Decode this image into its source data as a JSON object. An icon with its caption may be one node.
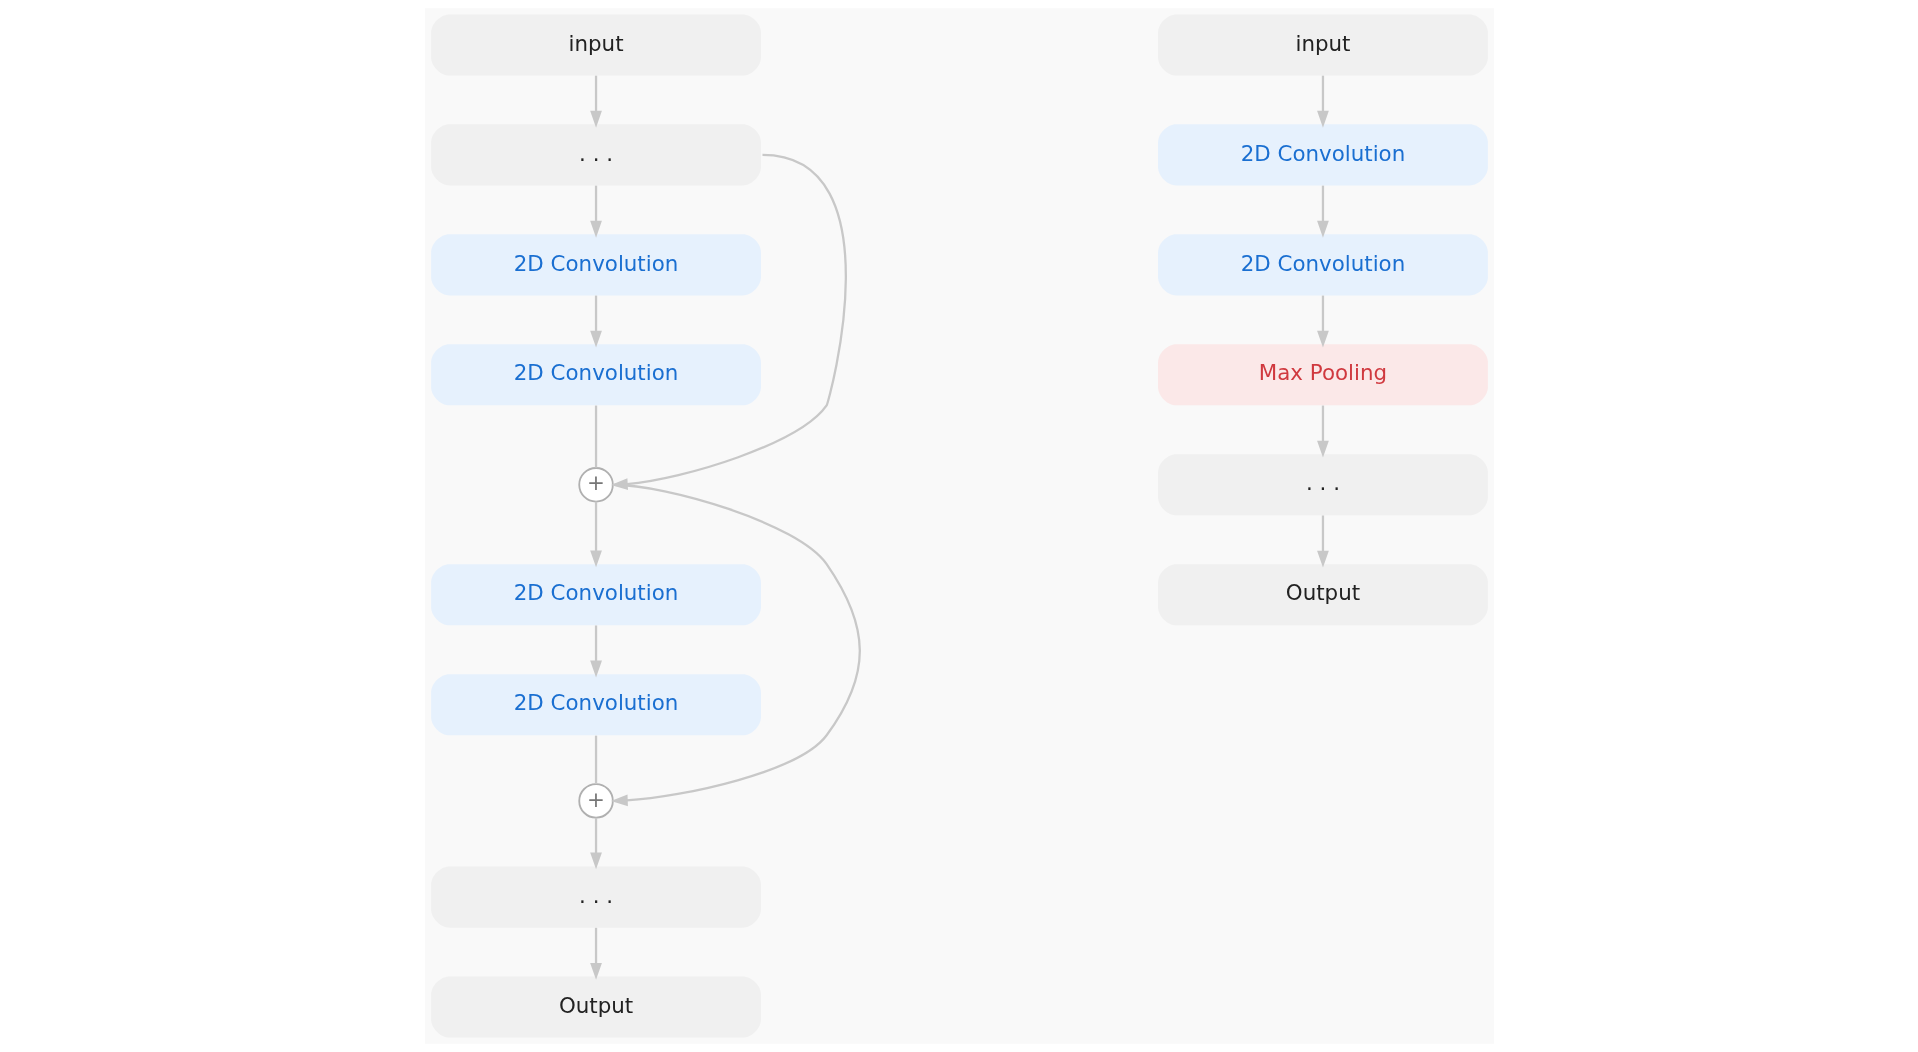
{
  "diagram": {
    "nodes": [
      {
        "text": [
          "input"
        ]
      },
      {
        "text": [
          ". . ."
        ]
      },
      {
        "text": [
          "2D Convolution"
        ]
      },
      {
        "text": [
          "2D Convolution"
        ]
      },
      {
        "text": [
          "+"
        ]
      },
      {
        "text": [
          "2D Convolution"
        ]
      },
      {
        "text": [
          "2D Convolution"
        ]
      },
      {
        "text": [
          "+"
        ]
      },
      {
        "text": [
          ". . ."
        ]
      },
      {
        "text": [
          "Output"
        ]
      },
      {
        "text": [
          "input"
        ]
      },
      {
        "text": [
          "2D Convolution"
        ]
      },
      {
        "text": [
          "2D Convolution"
        ]
      },
      {
        "text": [
          "Max Pooling"
        ]
      },
      {
        "text": [
          ". . ."
        ]
      },
      {
        "text": [
          "Output"
        ]
      }
    ],
    "edges": [
      {
        "from": 0,
        "to": 1,
        "arrow": "to"
      },
      {
        "from": 1,
        "to": 2,
        "arrow": "to"
      },
      {
        "from": 1,
        "to": 4,
        "arrow": "to"
      },
      {
        "from": 2,
        "to": 3,
        "arrow": "to"
      },
      {
        "from": 3,
        "to": 4,
        "arrow": "none"
      },
      {
        "from": 4,
        "to": 5,
        "arrow": "to"
      },
      {
        "from": 4,
        "to": 7,
        "arrow": "to"
      },
      {
        "from": 5,
        "to": 6,
        "arrow": "to"
      },
      {
        "from": 6,
        "to": 7,
        "arrow": "none"
      },
      {
        "from": 7,
        "to": 8,
        "arrow": "to"
      },
      {
        "from": 8,
        "to": 9,
        "arrow": "to"
      },
      {
        "from": 10,
        "to": 11,
        "arrow": "to"
      },
      {
        "from": 11,
        "to": 12,
        "arrow": "to"
      },
      {
        "from": 12,
        "to": 13,
        "arrow": "to"
      },
      {
        "from": 13,
        "to": 14,
        "arrow": "to"
      },
      {
        "from": 14,
        "to": 15,
        "arrow": "to"
      }
    ]
  }
}
